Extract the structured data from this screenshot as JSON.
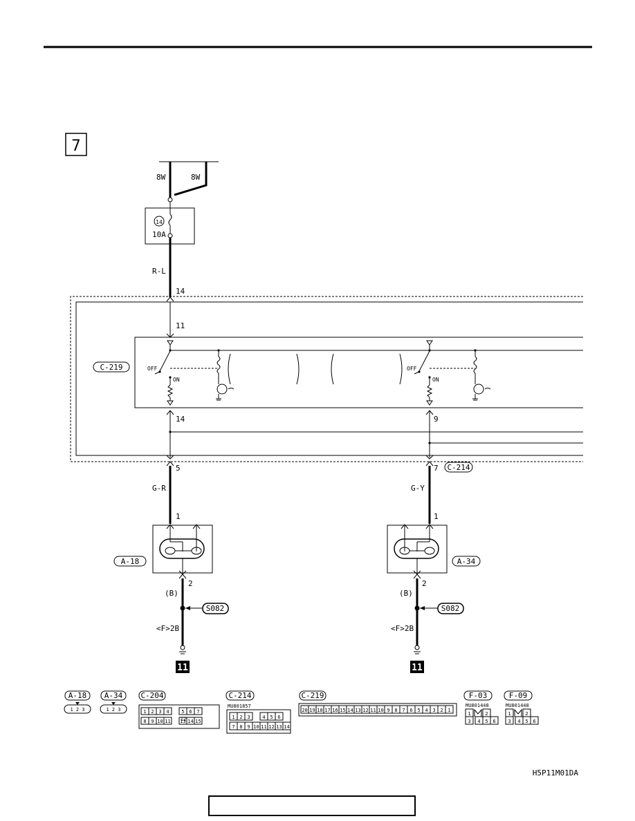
{
  "page_section": "7",
  "ground_ref": "11",
  "drawing_code": "H5P11M01DA",
  "power": {
    "left_wire": "8W",
    "right_wire": "8W"
  },
  "fuse": {
    "number": "14",
    "rating": "10A"
  },
  "wires": {
    "rl": "R-L",
    "gr": "G-R",
    "gy": "G-Y",
    "b_left": "(B)",
    "b_right": "(B)",
    "ground_left": "<F>2B",
    "ground_right": "<F>2B"
  },
  "pins": {
    "top_14": "14",
    "c219_in_11": "11",
    "c219_out_14": "14",
    "c219_out_9": "9",
    "harness_5": "5",
    "harness_7": "7",
    "lamp_left_1": "1",
    "lamp_left_2": "2",
    "lamp_right_1": "1",
    "lamp_right_2": "2"
  },
  "connectors": {
    "c219": "C-219",
    "c214": "C-214",
    "a18": "A-18",
    "a34": "A-34",
    "splice": "S082",
    "splice_right": "S082"
  },
  "relay": {
    "off_left": "OFF",
    "on_left": "ON",
    "off_right": "OFF",
    "on_right": "ON"
  },
  "legend": {
    "a18": "A-18",
    "a34": "A-34",
    "c204": "C-204",
    "c214": "C-214",
    "c219": "C-219",
    "f03": "F-03",
    "f09": "F-09",
    "c214_part": "MU801857",
    "f03_part": "MU801448",
    "f09_part": "MU801448",
    "a_pins": "1 2 3",
    "c204_row1": [
      "1",
      "2",
      "3",
      "4",
      "",
      "5",
      "6",
      "7"
    ],
    "c204_center": "12",
    "c204_row2": [
      "8",
      "9",
      "10",
      "11",
      "",
      "13",
      "14",
      "15"
    ],
    "c214_row1": [
      "1",
      "2",
      "3",
      "",
      "4",
      "5",
      "6"
    ],
    "c214_row2": [
      "7",
      "8",
      "9",
      "10",
      "11",
      "12",
      "13",
      "14"
    ],
    "c219_pins": [
      "20",
      "19",
      "18",
      "17",
      "16",
      "15",
      "14",
      "13",
      "12",
      "11",
      "10",
      "9",
      "8",
      "7",
      "6",
      "5",
      "4",
      "3",
      "2",
      "1"
    ],
    "f_row1": [
      "1",
      "2"
    ],
    "f_row2": [
      "3",
      "4",
      "5",
      "6"
    ]
  }
}
